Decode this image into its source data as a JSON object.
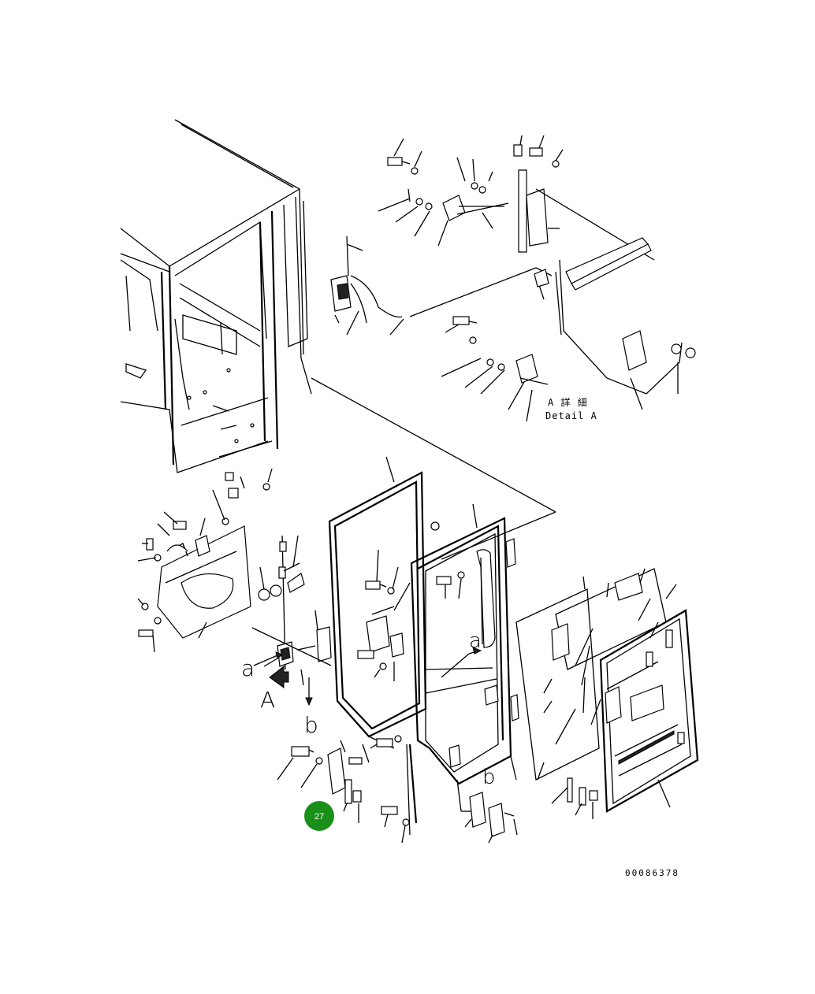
{
  "diagram": {
    "view_labels": {
      "a_left": "a",
      "a_right": "a",
      "arrow_A": "A",
      "b_left": "b",
      "b_right": "b"
    },
    "detail": {
      "line1": "A 詳 細",
      "line2": "Detail A"
    },
    "drawing_code": "00086378",
    "callout": {
      "number": "27",
      "color": "#1a8f1a"
    }
  }
}
